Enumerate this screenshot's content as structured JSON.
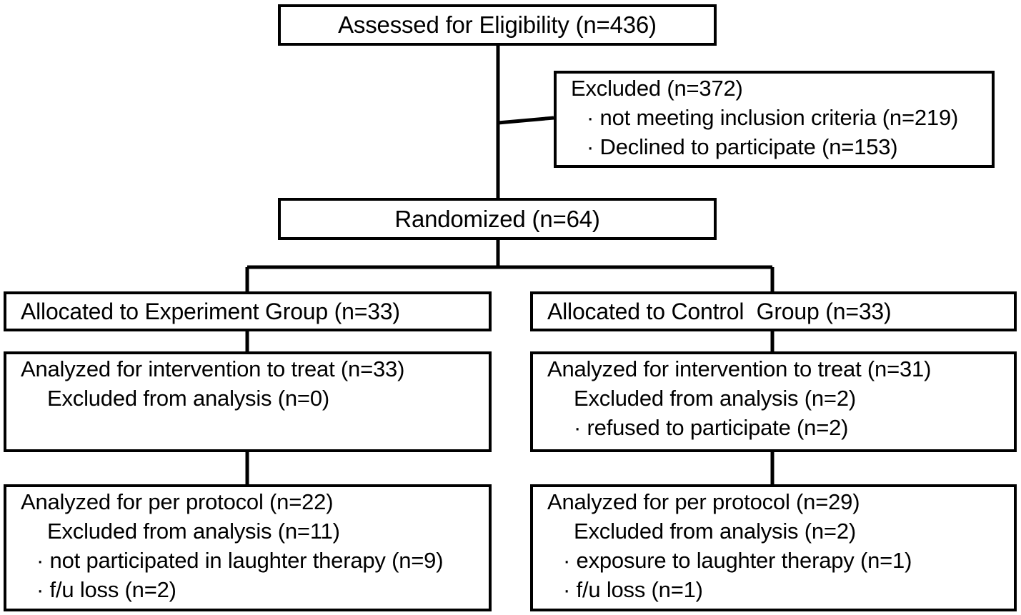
{
  "diagram": {
    "title": "CONSORT participant flow diagram",
    "stroke_color": "#000000",
    "background_color": "#ffffff"
  },
  "nodes": {
    "assessed": {
      "lines": [
        "Assessed for Eligibility (n=436)"
      ]
    },
    "excluded": {
      "lines": [
        "Excluded (n=372)",
        "· not meeting inclusion criteria (n=219)",
        "· Declined to participate (n=153)"
      ]
    },
    "randomized": {
      "lines": [
        "Randomized (n=64)"
      ]
    },
    "allocated_experiment": {
      "lines": [
        "Allocated to Experiment Group (n=33)"
      ]
    },
    "allocated_control": {
      "lines": [
        "Allocated to Control  Group (n=33)"
      ]
    },
    "itt_experiment": {
      "lines": [
        "Analyzed for intervention to treat (n=33)",
        "Excluded from analysis (n=0)"
      ]
    },
    "itt_control": {
      "lines": [
        "Analyzed for intervention to treat (n=31)",
        "Excluded from analysis (n=2)",
        "· refused to participate (n=2)"
      ]
    },
    "pp_experiment": {
      "lines": [
        "Analyzed for per protocol (n=22)",
        "Excluded from analysis (n=11)",
        "· not participated in laughter therapy (n=9)",
        "· f/u loss (n=2)"
      ]
    },
    "pp_control": {
      "lines": [
        "Analyzed for per protocol (n=29)",
        "Excluded from analysis (n=2)",
        "· exposure to laughter therapy (n=1)",
        "· f/u loss (n=1)"
      ]
    }
  },
  "chart_data": {
    "type": "diagram",
    "title": "CONSORT flow diagram",
    "stages": [
      {
        "id": "assessed",
        "label": "Assessed for Eligibility",
        "n": 436
      },
      {
        "id": "excluded",
        "label": "Excluded",
        "n": 372,
        "reasons": [
          {
            "label": "not meeting inclusion criteria",
            "n": 219
          },
          {
            "label": "Declined to participate",
            "n": 153
          }
        ]
      },
      {
        "id": "randomized",
        "label": "Randomized",
        "n": 64
      },
      {
        "id": "allocated_experiment",
        "label": "Allocated to Experiment Group",
        "n": 33
      },
      {
        "id": "allocated_control",
        "label": "Allocated to Control  Group",
        "n": 33
      },
      {
        "id": "itt_experiment",
        "label": "Analyzed for intervention to treat",
        "n": 33,
        "excluded_from_analysis": 0,
        "reasons": []
      },
      {
        "id": "itt_control",
        "label": "Analyzed for intervention to treat",
        "n": 31,
        "excluded_from_analysis": 2,
        "reasons": [
          {
            "label": "refused to participate",
            "n": 2
          }
        ]
      },
      {
        "id": "pp_experiment",
        "label": "Analyzed for per protocol",
        "n": 22,
        "excluded_from_analysis": 11,
        "reasons": [
          {
            "label": "not participated in laughter therapy",
            "n": 9
          },
          {
            "label": "f/u loss",
            "n": 2
          }
        ]
      },
      {
        "id": "pp_control",
        "label": "Analyzed for per protocol",
        "n": 29,
        "excluded_from_analysis": 2,
        "reasons": [
          {
            "label": "exposure to laughter therapy",
            "n": 1
          },
          {
            "label": "f/u loss",
            "n": 1
          }
        ]
      }
    ],
    "edges": [
      {
        "from": "assessed",
        "to": "excluded"
      },
      {
        "from": "assessed",
        "to": "randomized"
      },
      {
        "from": "randomized",
        "to": "allocated_experiment"
      },
      {
        "from": "randomized",
        "to": "allocated_control"
      },
      {
        "from": "allocated_experiment",
        "to": "itt_experiment"
      },
      {
        "from": "allocated_control",
        "to": "itt_control"
      },
      {
        "from": "itt_experiment",
        "to": "pp_experiment"
      },
      {
        "from": "itt_control",
        "to": "pp_control"
      }
    ]
  }
}
